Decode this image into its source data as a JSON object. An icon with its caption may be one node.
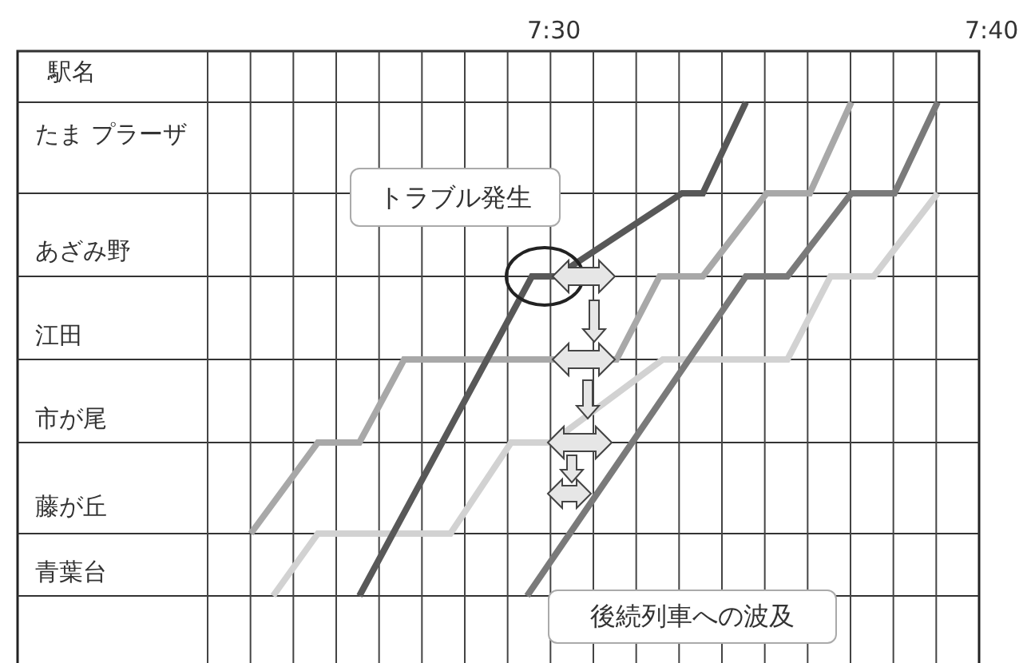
{
  "diagram": {
    "nodes": [
      {
        "text": [
          "トラブル発生"
        ]
      },
      {
        "text": [
          "後続列車への波及"
        ]
      }
    ],
    "labels": [
      "7:30",
      "7:40",
      "駅名",
      "たま プラーザ",
      "あざみ野",
      "江田",
      "市が尾",
      "藤が丘",
      "青葉台"
    ]
  }
}
